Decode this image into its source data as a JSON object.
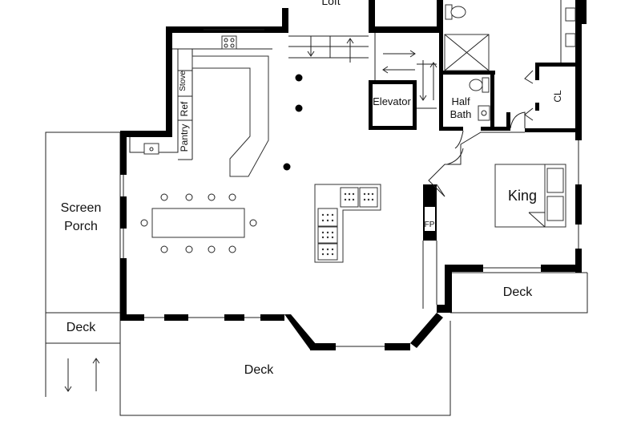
{
  "rooms": {
    "loft": "Loft",
    "elevator": "Elevator",
    "half_bath_line1": "Half",
    "half_bath_line2": "Bath",
    "closet": "CL",
    "stove": "Stove",
    "refrigerator": "Ref",
    "pantry": "Pantry",
    "screen_porch_line1": "Screen",
    "screen_porch_line2": "Porch",
    "king": "King",
    "fireplace": "FP",
    "deck_right": "Deck",
    "deck_left": "Deck",
    "deck_main": "Deck"
  },
  "colors": {
    "wall": "#000000",
    "line": "#222222",
    "background": "#ffffff"
  },
  "icons": [
    "stair-arrow-icon",
    "column-icon",
    "chair-icon",
    "toilet-icon",
    "sink-icon",
    "door-swing-icon"
  ]
}
